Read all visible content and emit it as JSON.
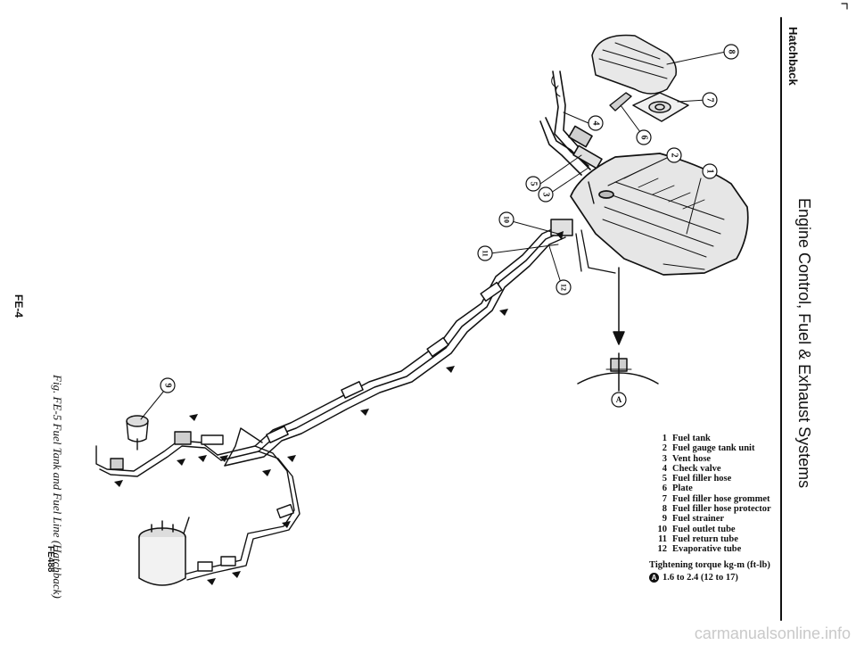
{
  "header": {
    "title": "Engine Control, Fuel & Exhaust Systems",
    "section": "Hatchback"
  },
  "page_number": "FE-4",
  "figure": {
    "caption": "Fig. FE-5 Fuel Tank and Fuel Line (Hatchback)",
    "code": "FE488"
  },
  "callouts": {
    "c1": "1",
    "c2": "2",
    "c3": "3",
    "c4": "4",
    "c5": "5",
    "c6": "6",
    "c7": "7",
    "c8": "8",
    "c9": "9",
    "c10": "10",
    "c11": "11",
    "c12": "12",
    "cA": "A"
  },
  "legend": {
    "items": [
      {
        "num": "1",
        "label": "Fuel tank"
      },
      {
        "num": "2",
        "label": "Fuel gauge tank unit"
      },
      {
        "num": "3",
        "label": "Vent hose"
      },
      {
        "num": "4",
        "label": "Check valve"
      },
      {
        "num": "5",
        "label": "Fuel filler hose"
      },
      {
        "num": "6",
        "label": "Plate"
      },
      {
        "num": "7",
        "label": "Fuel filler hose grommet"
      },
      {
        "num": "8",
        "label": "Fuel filler hose protector"
      },
      {
        "num": "9",
        "label": "Fuel strainer"
      },
      {
        "num": "10",
        "label": "Fuel outlet tube"
      },
      {
        "num": "11",
        "label": "Fuel return tube"
      },
      {
        "num": "12",
        "label": "Evaporative tube"
      }
    ],
    "torque_label": "Tightening torque  kg-m (ft-lb)",
    "torque_marker": "A",
    "torque_value": "1.6 to 2.4 (12 to 17)"
  },
  "watermark": "carmanualsonline.info"
}
